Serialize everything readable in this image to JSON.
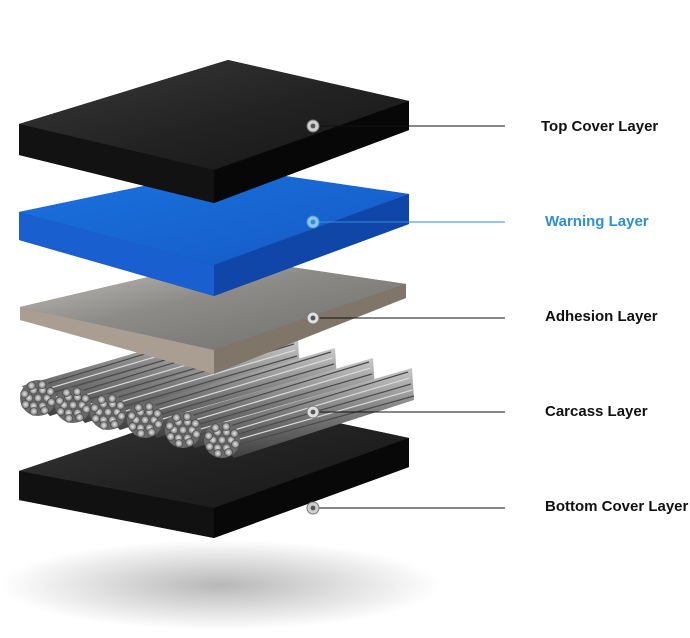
{
  "layers": [
    {
      "id": "top-cover",
      "label": "Top Cover Layer",
      "highlight": false,
      "color": "#1b1b1b"
    },
    {
      "id": "warning",
      "label": "Warning Layer",
      "highlight": true,
      "color": "#1466d8"
    },
    {
      "id": "adhesion",
      "label": "Adhesion Layer",
      "highlight": false,
      "color": "#9c9892"
    },
    {
      "id": "carcass",
      "label": "Carcass Layer",
      "highlight": false,
      "color": "#8a8a8a"
    },
    {
      "id": "bottom-cover",
      "label": "Bottom Cover Layer",
      "highlight": false,
      "color": "#1b1b1b"
    }
  ],
  "colors": {
    "highlight_text": "#2e8fd6",
    "default_text": "#111111",
    "leader_line": "#111111",
    "highlight_leader_line": "#2e8fd6"
  }
}
